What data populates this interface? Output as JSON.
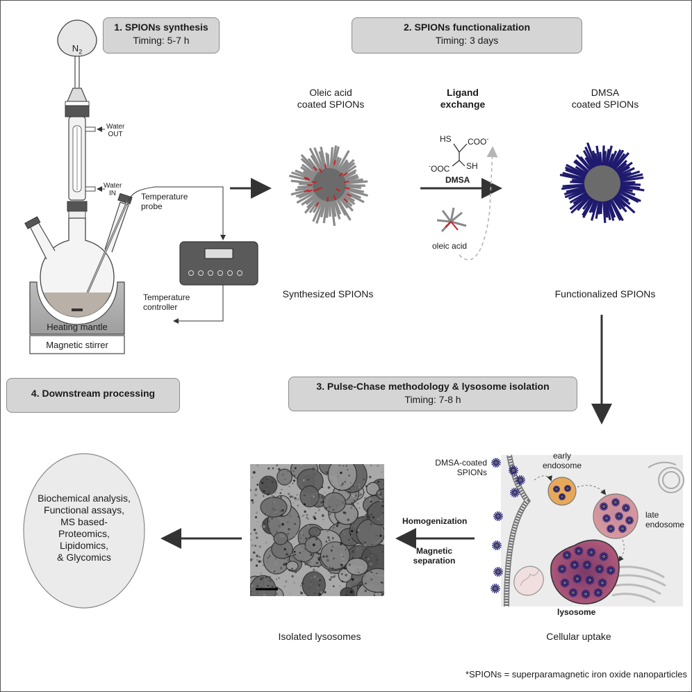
{
  "steps": {
    "s1": {
      "title": "1. SPIONs synthesis",
      "timing": "Timing: 5-7 h"
    },
    "s2": {
      "title": "2. SPIONs functionalization",
      "timing": "Timing: 3 days"
    },
    "s3": {
      "title": "3. Pulse-Chase methodology & lysosome isolation",
      "timing": "Timing: 7-8 h"
    },
    "s4": {
      "title": "4. Downstream processing"
    }
  },
  "apparatus": {
    "n2": "N",
    "n2_sub": "2",
    "water_out_1": "Water",
    "water_out_2": "OUT",
    "water_in_1": "Water",
    "water_in_2": "IN",
    "temp_probe_1": "Temperature",
    "temp_probe_2": "probe",
    "temp_ctrl_1": "Temperature",
    "temp_ctrl_2": "controller",
    "heating_mantle": "Heating mantle",
    "magnetic_stirrer": "Magnetic stirrer"
  },
  "functionalization": {
    "oleic_coated_1": "Oleic acid",
    "oleic_coated_2": "coated SPIONs",
    "ligand_1": "Ligand",
    "ligand_2": "exchange",
    "dmsa_coated_1": "DMSA",
    "dmsa_coated_2": "coated SPIONs",
    "chem_hs": "HS",
    "chem_coo": "COO",
    "chem_coo_sup": "-",
    "chem_ooc_sup": "-",
    "chem_ooc": "OOC",
    "chem_sh": "SH",
    "dmsa": "DMSA",
    "oleic_acid": "oleic acid",
    "synthesized": "Synthesized SPIONs",
    "functionalized": "Functionalized SPIONs"
  },
  "cell": {
    "dmsa_spions_1": "DMSA-coated",
    "dmsa_spions_2": "SPIONs",
    "early_1": "early",
    "early_2": "endosome",
    "late_1": "late",
    "late_2": "endosome",
    "lysosome": "lysosome",
    "cellular_uptake": "Cellular uptake"
  },
  "isolation": {
    "homogenization": "Homogenization",
    "magnetic_1": "Magnetic",
    "magnetic_2": "separation",
    "isolated": "Isolated lysosomes"
  },
  "downstream": {
    "lines": [
      "Biochemical analysis,",
      "Functional assays,",
      "MS based-",
      "Proteomics,",
      "Lipidomics,",
      "& Glycomics"
    ]
  },
  "footnote": "*SPIONs = superparamagnetic iron oxide nanoparticles",
  "colors": {
    "box_fill": "#d5d5d5",
    "dmsa_blue": "#1f1a6e",
    "oleic_red": "#cc1f1f",
    "spion_grey": "#6b6b6b"
  }
}
